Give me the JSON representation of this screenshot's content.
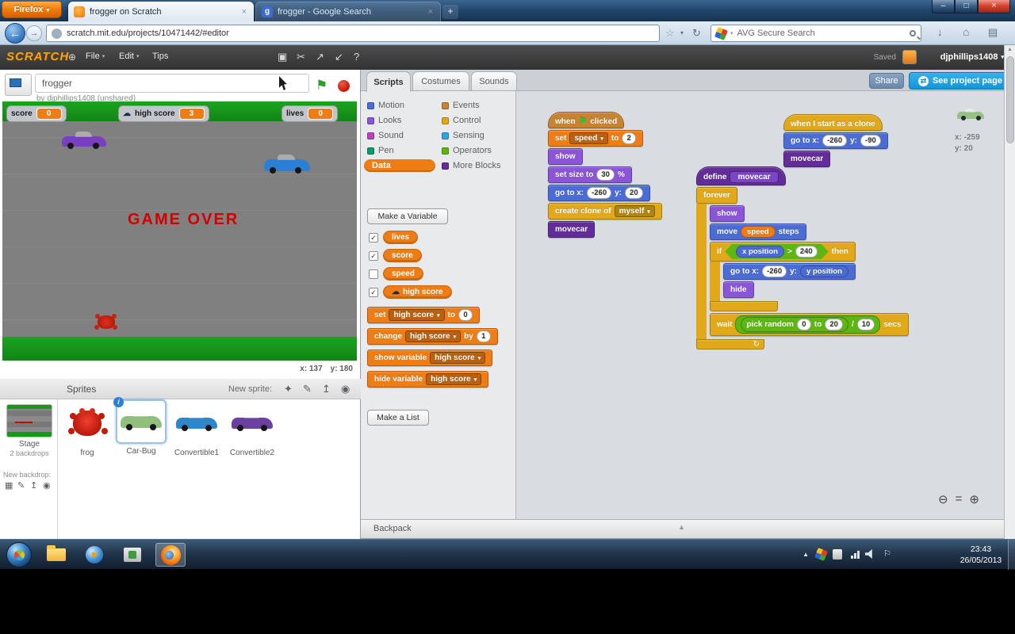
{
  "colors": {
    "motion": "#4a6cd4",
    "looks": "#8a55d7",
    "sound": "#bb42c3",
    "pen": "#0e9a6c",
    "data": "#ee7d16",
    "events": "#c88330",
    "control": "#e1a91a",
    "sensing": "#2ca5e2",
    "operators": "#5cb712",
    "more": "#632d99",
    "firefox_orange": "#f07c06",
    "selection_blue": "#9ac3e8",
    "stage_green": "#1ba320",
    "road_gray": "#808080",
    "game_over_red": "#d40000"
  },
  "icons": {
    "back": "←",
    "forward": "→",
    "reload": "↻",
    "star": "☆",
    "dropdown": "▾",
    "download": "↓",
    "home": "⌂",
    "panel": "▤",
    "minimize": "–",
    "maximize": "□",
    "close": "×",
    "new_tab": "+",
    "globe": "⊕",
    "duplicate": "▣",
    "delete": "✂",
    "grow": "↗",
    "shrink": "↙",
    "help": "?",
    "flag": "⚑",
    "cloud": "☁",
    "check": "✓",
    "google_g": "g",
    "library": "✦",
    "paint": "✎",
    "upload": "↥",
    "camera": "◉",
    "backdrop_library": "▦",
    "zoom_out": "⊖",
    "zoom_reset": "=",
    "zoom_in": "⊕",
    "loop": "↻",
    "up": "▲",
    "down": "▼",
    "info": "i",
    "see_project": "⇄",
    "menu_down": "▾",
    "tray_flag": "⚐"
  },
  "browser": {
    "firefox_button": "Firefox",
    "tabs": [
      {
        "title": "frogger on Scratch"
      },
      {
        "title": "frogger - Google Search"
      }
    ],
    "url": "scratch.mit.edu/projects/10471442/#editor",
    "search_text": "AVG Secure Search"
  },
  "editor": {
    "logo": "SCRATCH",
    "menu_file": "File",
    "menu_edit": "Edit",
    "menu_tips": "Tips",
    "saved": "Saved",
    "username": "djphillips1408",
    "share": "Share",
    "see_project": "See project page",
    "tabs": [
      {
        "label": "Scripts"
      },
      {
        "label": "Costumes"
      },
      {
        "label": "Sounds"
      }
    ]
  },
  "project": {
    "title": "frogger",
    "byline": "by djphillips1408 (unshared)"
  },
  "stage": {
    "watchers": [
      {
        "label": "score",
        "value": "0"
      },
      {
        "label": "high score",
        "value": "3",
        "cloud": true
      },
      {
        "label": "lives",
        "value": "0"
      }
    ],
    "game_over": "GAME OVER",
    "mouse_x": "x: 137",
    "mouse_y": "y: 180"
  },
  "sprites_panel": {
    "title": "Sprites",
    "new_sprite": "New sprite:",
    "stage_label": "Stage",
    "stage_sublabel": "2 backdrops",
    "new_backdrop": "New backdrop:",
    "sprites": [
      {
        "name": "frog"
      },
      {
        "name": "Car-Bug",
        "selected": true
      },
      {
        "name": "Convertible1"
      },
      {
        "name": "Convertible2"
      }
    ]
  },
  "palette": {
    "categories": [
      {
        "label": "Motion"
      },
      {
        "label": "Looks"
      },
      {
        "label": "Sound"
      },
      {
        "label": "Pen"
      },
      {
        "label": "Data"
      },
      {
        "label": "Events"
      },
      {
        "label": "Control"
      },
      {
        "label": "Sensing"
      },
      {
        "label": "Operators"
      },
      {
        "label": "More Blocks"
      }
    ],
    "make_variable": "Make a Variable",
    "variables": [
      {
        "name": "lives",
        "checked": true
      },
      {
        "name": "score",
        "checked": true
      },
      {
        "name": "speed",
        "checked": false
      },
      {
        "name": "high score",
        "checked": true,
        "cloud": true
      }
    ],
    "make_list": "Make a List"
  },
  "palette_blocks": [
    {
      "shape": "stack",
      "cat": "data",
      "name": "set-variable-block",
      "parts": [
        {
          "t": "tx",
          "v": "set"
        },
        {
          "t": "dd",
          "v": "high score"
        },
        {
          "t": "tx",
          "v": "to"
        },
        {
          "t": "num",
          "v": "0"
        }
      ]
    },
    {
      "shape": "stack",
      "cat": "data",
      "name": "change-variable-block",
      "parts": [
        {
          "t": "tx",
          "v": "change"
        },
        {
          "t": "dd",
          "v": "high score"
        },
        {
          "t": "tx",
          "v": "by"
        },
        {
          "t": "num",
          "v": "1"
        }
      ]
    },
    {
      "shape": "stack",
      "cat": "data",
      "name": "show-variable-block",
      "parts": [
        {
          "t": "tx",
          "v": "show variable"
        },
        {
          "t": "dd",
          "v": "high score"
        }
      ]
    },
    {
      "shape": "stack",
      "cat": "data",
      "name": "hide-variable-block",
      "parts": [
        {
          "t": "tx",
          "v": "hide variable"
        },
        {
          "t": "dd",
          "v": "high score"
        }
      ]
    }
  ],
  "scripts": [
    {
      "blocks": [
        {
          "shape": "hat",
          "cat": "events",
          "name": "when-flag-clicked-block",
          "parts": [
            {
              "t": "tx",
              "v": "when"
            },
            {
              "t": "flag"
            },
            {
              "t": "tx",
              "v": "clicked"
            }
          ]
        },
        {
          "shape": "stack",
          "cat": "data",
          "name": "set-variable-block",
          "parts": [
            {
              "t": "tx",
              "v": "set"
            },
            {
              "t": "dd",
              "v": "speed"
            },
            {
              "t": "tx",
              "v": "to"
            },
            {
              "t": "num",
              "v": "2"
            }
          ]
        },
        {
          "shape": "stack",
          "cat": "looks",
          "name": "show-block",
          "parts": [
            {
              "t": "tx",
              "v": "show"
            }
          ]
        },
        {
          "shape": "stack",
          "cat": "looks",
          "name": "set-size-block",
          "parts": [
            {
              "t": "tx",
              "v": "set size to"
            },
            {
              "t": "num",
              "v": "30"
            },
            {
              "t": "tx",
              "v": "%"
            }
          ]
        },
        {
          "shape": "stack",
          "cat": "motion",
          "name": "go-to-xy-block",
          "parts": [
            {
              "t": "tx",
              "v": "go to x:"
            },
            {
              "t": "num",
              "v": "-260"
            },
            {
              "t": "tx",
              "v": "y:"
            },
            {
              "t": "num",
              "v": "20"
            }
          ]
        },
        {
          "shape": "stack",
          "cat": "control",
          "name": "create-clone-block",
          "parts": [
            {
              "t": "tx",
              "v": "create clone of"
            },
            {
              "t": "dd",
              "v": "myself"
            }
          ]
        },
        {
          "shape": "stack",
          "cat": "more",
          "name": "movecar-call-block",
          "parts": [
            {
              "t": "tx",
              "v": "movecar"
            }
          ]
        }
      ]
    },
    {
      "blocks": [
        {
          "shape": "hat",
          "cat": "control",
          "name": "when-start-as-clone-block",
          "parts": [
            {
              "t": "tx",
              "v": "when I start as a clone"
            }
          ]
        },
        {
          "shape": "stack",
          "cat": "motion",
          "name": "go-to-xy-block",
          "parts": [
            {
              "t": "tx",
              "v": "go to x:"
            },
            {
              "t": "num",
              "v": "-260"
            },
            {
              "t": "tx",
              "v": "y:"
            },
            {
              "t": "num",
              "v": "-90"
            }
          ]
        },
        {
          "shape": "stack",
          "cat": "more",
          "name": "movecar-call-block",
          "parts": [
            {
              "t": "tx",
              "v": "movecar"
            }
          ]
        }
      ]
    },
    {
      "blocks": [
        {
          "shape": "hat",
          "cat": "more",
          "name": "define-movecar-block",
          "parts": [
            {
              "t": "tx",
              "v": "define"
            },
            {
              "t": "proto",
              "v": "movecar"
            }
          ]
        },
        {
          "shape": "c",
          "cat": "control",
          "loop": true,
          "name": "forever-block",
          "parts": [
            {
              "t": "tx",
              "v": "forever"
            }
          ],
          "children": [
            {
              "shape": "stack",
              "cat": "looks",
              "name": "show-block",
              "parts": [
                {
                  "t": "tx",
                  "v": "show"
                }
              ]
            },
            {
              "shape": "stack",
              "cat": "motion",
              "name": "move-steps-block",
              "parts": [
                {
                  "t": "tx",
                  "v": "move"
                },
                {
                  "t": "var",
                  "v": "speed",
                  "c": "data"
                },
                {
                  "t": "tx",
                  "v": "steps"
                }
              ]
            },
            {
              "shape": "c",
              "cat": "control",
              "name": "if-then-block",
              "parts": [
                {
                  "t": "tx",
                  "v": "if"
                },
                {
                  "t": "bool",
                  "parts": [
                    {
                      "t": "rep",
                      "v": "x position",
                      "c": "motion"
                    },
                    {
                      "t": "tx",
                      "v": ">"
                    },
                    {
                      "t": "num",
                      "v": "240"
                    }
                  ]
                },
                {
                  "t": "tx",
                  "v": "then"
                }
              ],
              "children": [
                {
                  "shape": "stack",
                  "cat": "motion",
                  "name": "go-to-xy-block",
                  "parts": [
                    {
                      "t": "tx",
                      "v": "go to x:"
                    },
                    {
                      "t": "num",
                      "v": "-260"
                    },
                    {
                      "t": "tx",
                      "v": "y:"
                    },
                    {
                      "t": "rep",
                      "v": "y position",
                      "c": "motion"
                    }
                  ]
                },
                {
                  "shape": "stack",
                  "cat": "looks",
                  "name": "hide-block",
                  "parts": [
                    {
                      "t": "tx",
                      "v": "hide"
                    }
                  ]
                }
              ]
            },
            {
              "shape": "stack",
              "cat": "control",
              "name": "wait-secs-block",
              "parts": [
                {
                  "t": "tx",
                  "v": "wait"
                },
                {
                  "t": "op",
                  "parts": [
                    {
                      "t": "op",
                      "parts": [
                        {
                          "t": "tx",
                          "v": "pick random"
                        },
                        {
                          "t": "num",
                          "v": "0"
                        },
                        {
                          "t": "tx",
                          "v": "to"
                        },
                        {
                          "t": "num",
                          "v": "20"
                        }
                      ]
                    },
                    {
                      "t": "tx",
                      "v": "/"
                    },
                    {
                      "t": "num",
                      "v": "10"
                    }
                  ]
                },
                {
                  "t": "tx",
                  "v": "secs"
                }
              ]
            }
          ]
        }
      ]
    }
  ],
  "scripts_extra": {
    "ghost_x": "x: -259",
    "ghost_y": "y: 20"
  },
  "backpack": {
    "label": "Backpack"
  },
  "taskbar": {
    "time": "23:43",
    "date": "26/05/2013"
  }
}
